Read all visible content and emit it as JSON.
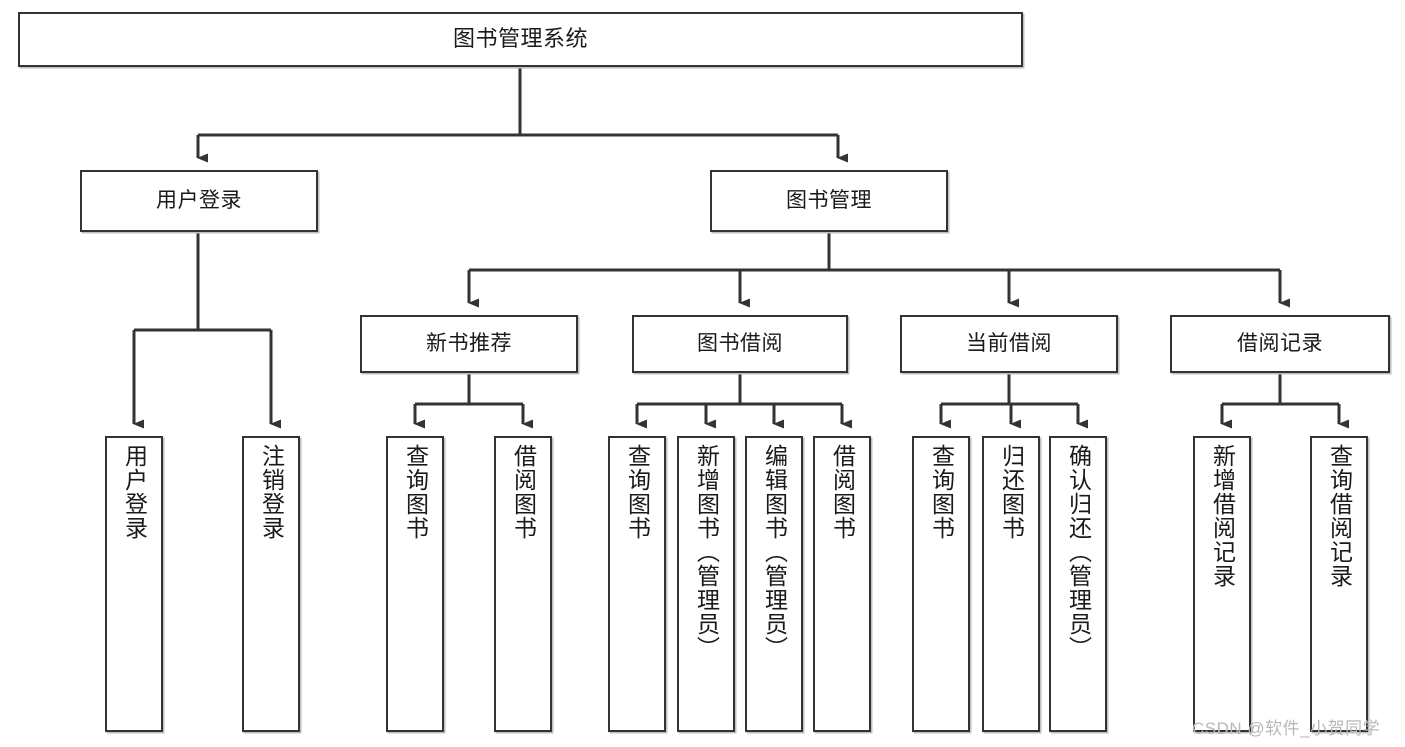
{
  "diagram": {
    "title": "图书管理系统",
    "type": "tree-hierarchy-diagram",
    "watermark": "CSDN @软件_小贺同学",
    "colors": {
      "box_border": "#333333",
      "box_fill": "#ffffff",
      "connector": "#333333",
      "text": "#1a1a1a",
      "watermark": "#b8b8b8"
    },
    "levels": [
      {
        "level": 1,
        "nodes": [
          {
            "id": "root",
            "label": "图书管理系统",
            "orientation": "horizontal"
          }
        ]
      },
      {
        "level": 2,
        "nodes": [
          {
            "id": "user-login",
            "label": "用户登录",
            "orientation": "horizontal",
            "parent": "root"
          },
          {
            "id": "book-manage",
            "label": "图书管理",
            "orientation": "horizontal",
            "parent": "root"
          }
        ]
      },
      {
        "level": 3,
        "nodes": [
          {
            "id": "new-book-rec",
            "label": "新书推荐",
            "orientation": "horizontal",
            "parent": "book-manage"
          },
          {
            "id": "book-borrow",
            "label": "图书借阅",
            "orientation": "horizontal",
            "parent": "book-manage"
          },
          {
            "id": "current-borrow",
            "label": "当前借阅",
            "orientation": "horizontal",
            "parent": "book-manage"
          },
          {
            "id": "borrow-record",
            "label": "借阅记录",
            "orientation": "horizontal",
            "parent": "book-manage"
          }
        ]
      },
      {
        "level": 4,
        "nodes": [
          {
            "id": "leaf-user-login",
            "label": "用户登录",
            "orientation": "vertical",
            "parent": "user-login"
          },
          {
            "id": "leaf-logout",
            "label": "注销登录",
            "orientation": "vertical",
            "parent": "user-login"
          },
          {
            "id": "leaf-query-book-1",
            "label": "查询图书",
            "orientation": "vertical",
            "parent": "new-book-rec"
          },
          {
            "id": "leaf-borrow-book-1",
            "label": "借阅图书",
            "orientation": "vertical",
            "parent": "new-book-rec"
          },
          {
            "id": "leaf-query-book-2",
            "label": "查询图书",
            "orientation": "vertical",
            "parent": "book-borrow"
          },
          {
            "id": "leaf-add-book",
            "label": "新增图书（管理员）",
            "orientation": "vertical",
            "parent": "book-borrow"
          },
          {
            "id": "leaf-edit-book",
            "label": "编辑图书（管理员）",
            "orientation": "vertical",
            "parent": "book-borrow"
          },
          {
            "id": "leaf-borrow-book-2",
            "label": "借阅图书",
            "orientation": "vertical",
            "parent": "book-borrow"
          },
          {
            "id": "leaf-query-book-3",
            "label": "查询图书",
            "orientation": "vertical",
            "parent": "current-borrow"
          },
          {
            "id": "leaf-return-book",
            "label": "归还图书",
            "orientation": "vertical",
            "parent": "current-borrow"
          },
          {
            "id": "leaf-confirm-return",
            "label": "确认归还（管理员）",
            "orientation": "vertical",
            "parent": "current-borrow"
          },
          {
            "id": "leaf-add-record",
            "label": "新增借阅记录",
            "orientation": "vertical",
            "parent": "borrow-record"
          },
          {
            "id": "leaf-query-record",
            "label": "查询借阅记录",
            "orientation": "vertical",
            "parent": "borrow-record"
          }
        ]
      }
    ]
  }
}
